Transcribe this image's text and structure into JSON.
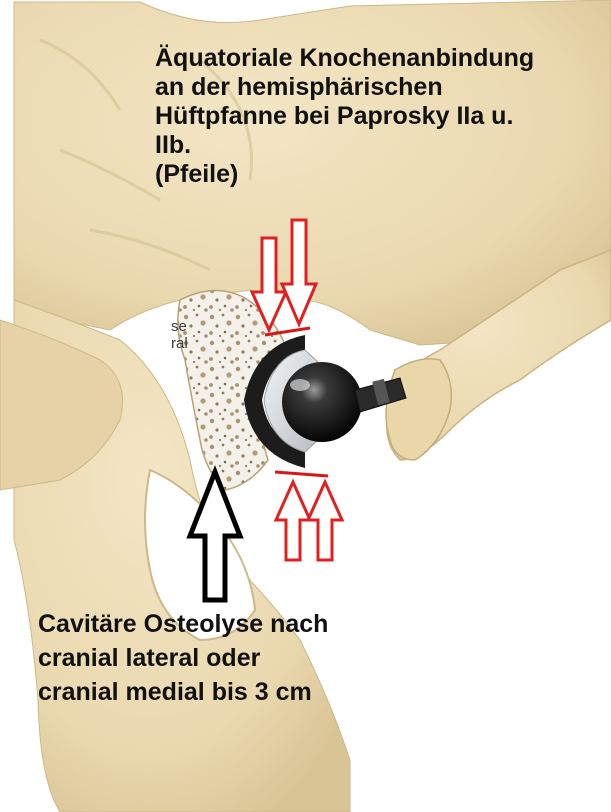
{
  "labels": {
    "top": "Äquatoriale Knochenanbindung\nan der hemisphärischen\nHüftpfanne bei Paprosky IIa u.\nIIb.\n(Pfeile)",
    "bottom": "Cavitäre Osteolyse nach\ncranial lateral oder\ncranial medial bis 3 cm",
    "fragment": "se\nral"
  },
  "colors": {
    "bone": "#ecdcb6",
    "bone_shadow": "#d9c79b",
    "bone_dark": "#c4b080",
    "cancellous": "#f4f1ea",
    "cancellous_spots": "#b39c76",
    "cup_metal": "#1c1c1c",
    "liner": "#dcdfe2",
    "head": "#0c0c0c",
    "arrow_red": "#e02020",
    "arrow_black": "#000000",
    "line_red": "#d81818"
  }
}
